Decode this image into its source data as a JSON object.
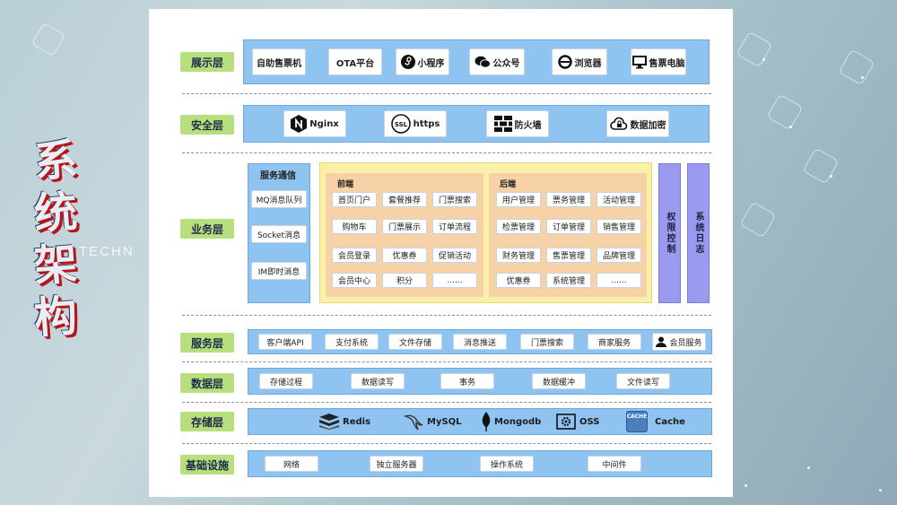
{
  "bg_word": "TECHN",
  "title_chars": [
    "系",
    "统",
    "架",
    "构"
  ],
  "layers": {
    "display": "展示层",
    "security": "安全层",
    "business": "业务层",
    "service": "服务层",
    "data": "数据层",
    "storage": "存储层",
    "infra": "基础设施"
  },
  "display_items": [
    "自助售票机",
    "OTA平台",
    "小程序",
    "公众号",
    "浏览器",
    "售票电脑"
  ],
  "security_items": [
    "Nginx",
    "https",
    "防火墙",
    "数据加密"
  ],
  "business": {
    "service_comm_title": "服务通信",
    "service_comm_items": [
      "MQ消息队列",
      "Socket消息",
      "IM即时消息"
    ],
    "frontend_title": "前端",
    "frontend_items": [
      "首页门户",
      "套餐推荐",
      "门票搜索",
      "购物车",
      "门票展示",
      "订单流程",
      "会员登录",
      "优惠券",
      "促销活动",
      "会员中心",
      "积分",
      "......"
    ],
    "backend_title": "后端",
    "backend_items": [
      "用户管理",
      "票务管理",
      "活动管理",
      "检票管理",
      "订单管理",
      "销售管理",
      "财务管理",
      "售票管理",
      "品牌管理",
      "优惠券",
      "系统管理",
      "......"
    ],
    "permission": "权限控制",
    "log": "系统日志"
  },
  "service_items": [
    "客户端API",
    "支付系统",
    "文件存储",
    "消息推送",
    "门票搜索",
    "商家服务",
    "会员服务"
  ],
  "data_items": [
    "存储过程",
    "数据读写",
    "事务",
    "数据缓冲",
    "文件读写"
  ],
  "storage_items": [
    "Redis",
    "MySQL",
    "Mongodb",
    "OSS",
    "Cache"
  ],
  "storage_cache_badge": "CACHE",
  "infra_items": [
    "网络",
    "独立服务器",
    "操作系统",
    "中间件"
  ],
  "colors": {
    "label": "#b7df7e",
    "band": "#8fc3f0",
    "business_bg": "#fbf0a8",
    "business_col": "#f8d2a7",
    "side_bar": "#9a9bf0"
  }
}
